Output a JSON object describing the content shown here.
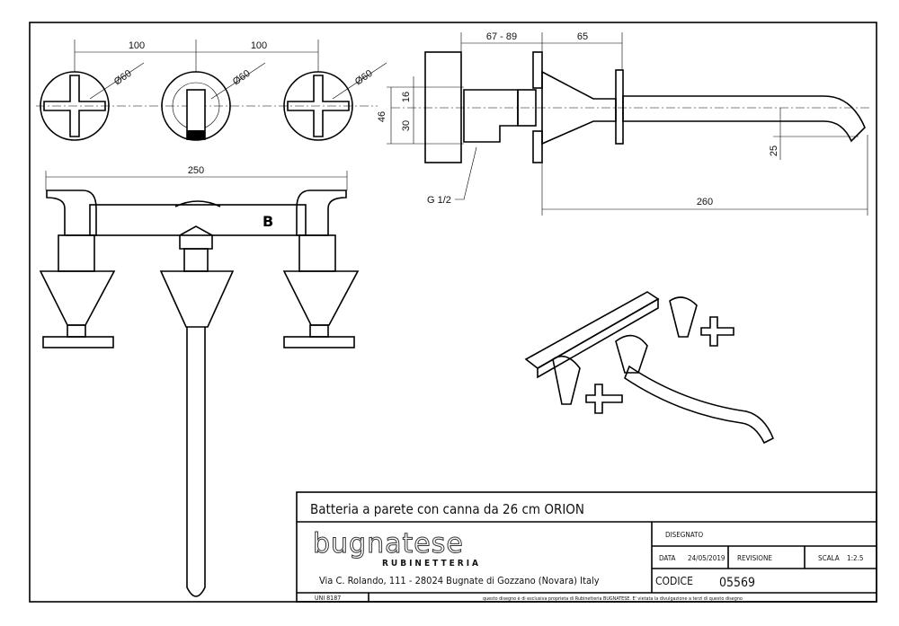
{
  "drawing": {
    "dims": {
      "d100a": "100",
      "d100b": "100",
      "dia1": "Ø60",
      "dia2": "Ø60",
      "dia3": "Ø60",
      "d250": "250",
      "mark_b": "B",
      "d67_89": "67 - 89",
      "d65": "65",
      "d46": "46",
      "d16": "16",
      "d30": "30",
      "d25": "25",
      "d260": "260",
      "g12": "G 1/2"
    }
  },
  "title_block": {
    "title": "Batteria a parete con canna da 26 cm ORION",
    "logo": "bugnatese",
    "logo_sub": "RUBINETTERIA",
    "address": "Via C. Rolando, 111 - 28024 Bugnate di Gozzano (Novara) Italy",
    "disegnato_label": "DISEGNATO",
    "data_label": "DATA",
    "data_value": "24/05/2019",
    "revisione_label": "REVISIONE",
    "scala_label": "SCALA",
    "scala_value": "1:2.5",
    "codice_label": "CODICE",
    "codice_value": "05569",
    "uni": "UNI 8187",
    "notice": "questo disegno è di esclusiva proprieta di Rubinetteria BUGNATESE. E' vietata la divulgazione a terzi di questo disegno"
  }
}
